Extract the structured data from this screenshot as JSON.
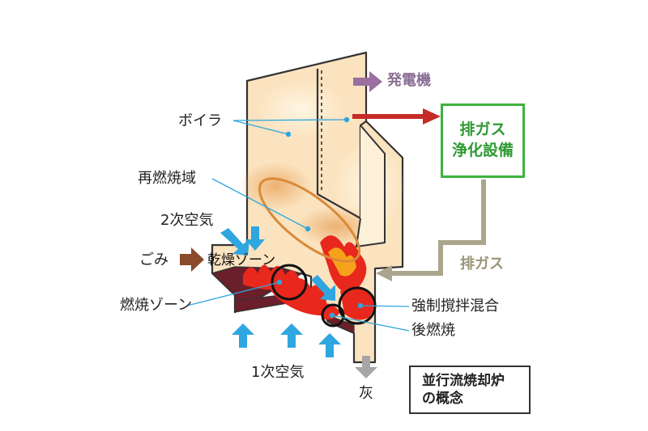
{
  "labels": {
    "boiler": "ボイラ",
    "reburn_zone": "再燃焼域",
    "secondary_air": "2次空気",
    "waste": "ごみ",
    "drying_zone": "乾燥ゾーン",
    "combustion_zone": "燃焼ゾーン",
    "forced_mixing": "強制撹拌混合",
    "post_combustion": "後燃焼",
    "primary_air": "1次空気",
    "ash": "灰",
    "power_gen": "発電機",
    "exhaust_gas": "排ガス"
  },
  "treatment_box": {
    "line1": "排ガス",
    "line2": "浄化設備"
  },
  "concept_box": {
    "line1": "並行流焼却炉",
    "line2": "の概念"
  },
  "colors": {
    "furnace_fill": "#fbe3bf",
    "grate": "#6b1f2a",
    "flame": "#e8281c",
    "flame_light": "#f7a21b",
    "air_arrow": "#2fa6df",
    "ash_arrow": "#a6a6a6",
    "power_arrow": "#9b6fa0",
    "gas_arrow_red": "#c62b27",
    "exhaust_arrow": "#aba58d",
    "waste_arrow": "#8a4b2c",
    "treatment_border": "#3db33d",
    "reburn_ellipse": "#d98a3a"
  }
}
